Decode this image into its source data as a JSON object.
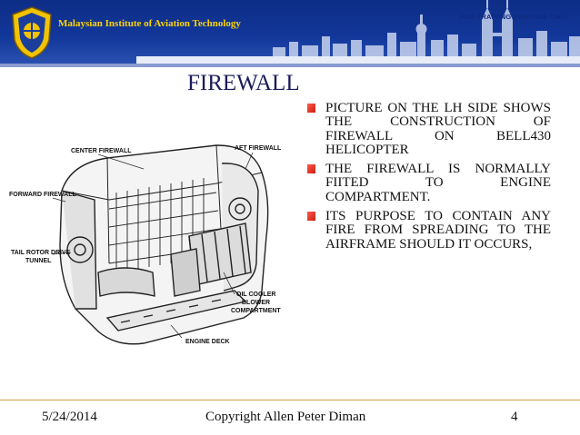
{
  "header": {
    "organization": "Malaysian Institute of Aviation Technology",
    "notice": "FOR TRAINING PURPOSE ONLY"
  },
  "slide": {
    "title": "FIREWALL",
    "bullets": [
      "PICTURE ON THE LH SIDE SHOWS THE CONSTRUCTION OF FIREWALL ON BELL430 HELICOPTER",
      "THE FIREWALL IS NORMALLY FIITED TO ENGINE COMPARTMENT.",
      "ITS PURPOSE TO CONTAIN ANY FIRE FROM SPREADING TO THE AIRFRAME SHOULD IT OCCURS,"
    ]
  },
  "figure": {
    "labels": {
      "center_firewall": "CENTER FIREWALL",
      "aft_firewall": "AFT FIREWALL",
      "forward_firewall": "FORWARD FIREWALL",
      "tail_rotor_drive_tunnel_1": "TAIL ROTOR DRIVE",
      "tail_rotor_drive_tunnel_2": "TUNNEL",
      "oil_cooler_1": "OIL COOLER",
      "oil_cooler_2": "BLOWER",
      "oil_cooler_3": "COMPARTMENT",
      "engine_deck": "ENGINE DECK"
    }
  },
  "footer": {
    "date": "5/24/2014",
    "copyright": "Copyright  Allen Peter Diman",
    "page": "4"
  },
  "colors": {
    "header_blue": "#12379a",
    "org_text": "#ffd400",
    "bullet_marker": "#d9301f",
    "footer_rule": "#c9a24a"
  }
}
